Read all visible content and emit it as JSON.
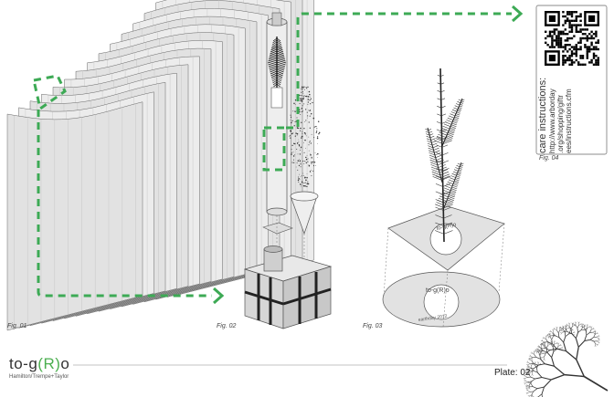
{
  "figures": {
    "fig01": "Fig. 01",
    "fig02": "Fig. 02",
    "fig03": "Fig. 03",
    "fig04": "Fig. 04"
  },
  "care": {
    "heading": "care instructions:",
    "url_lines": [
      "http://www.arborday",
      ".org/shopping/giftr",
      "ees/instructions.cfm"
    ]
  },
  "disc_text": {
    "brand_small": "to-g(R)o",
    "date": "earthday 2012"
  },
  "brand": {
    "prefix": "to-g",
    "paren_open": "(",
    "letter": "R",
    "paren_close": ")",
    "suffix": "o",
    "authors": "Hamilton/Trempe+Taylor"
  },
  "plate": "Plate: 02",
  "colors": {
    "accent": "#3daa55",
    "line": "#555555",
    "fill": "#e6e6e6"
  }
}
